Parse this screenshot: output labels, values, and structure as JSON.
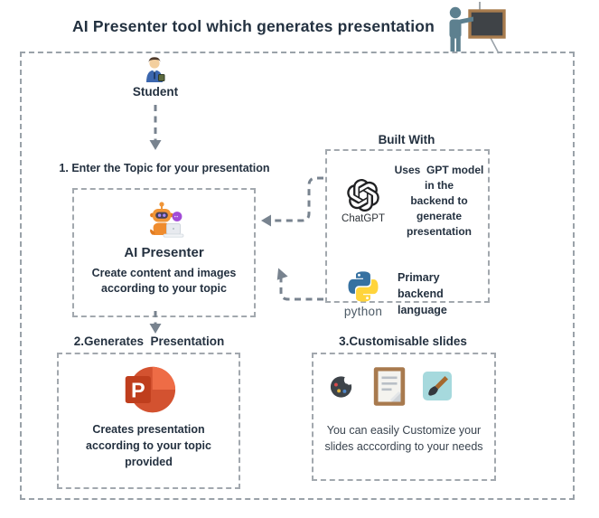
{
  "title": "AI Presenter tool which generates presentation",
  "student": {
    "label": "Student"
  },
  "step1": {
    "label": "1. Enter the Topic for your presentation"
  },
  "ai_box": {
    "title": "AI Presenter",
    "desc_lines": [
      "Create content and images",
      "according to your topic"
    ]
  },
  "built_with": {
    "heading": "Built With",
    "chatgpt": {
      "wordmark": "ChatGPT",
      "desc_lines": [
        "Uses  GPT model  in the",
        "backend to generate",
        "presentation"
      ]
    },
    "python": {
      "wordmark": "python",
      "desc_lines": [
        "Primary backend",
        "language"
      ]
    }
  },
  "step2": {
    "label": "2.Generates  Presentation",
    "powerpoint_letter": "P",
    "desc_lines": [
      "Creates presentation",
      "according to your topic",
      "provided"
    ]
  },
  "step3": {
    "label": "3.Customisable slides",
    "desc_lines": [
      "You can easily Customize your",
      "slides acccording to your needs"
    ]
  },
  "colors": {
    "text": "#243140",
    "dashed_border": "#9aa2a9",
    "arrow": "#78838f",
    "powerpoint_red": "#d35230",
    "powerpoint_dark": "#bf3e1d",
    "powerpoint_light": "#ee6c46",
    "python_blue": "#3671a1",
    "python_yellow": "#ffd43b",
    "chatgpt_black": "#202123",
    "robot_orange": "#f09537",
    "bubble_purple": "#a24bd6"
  }
}
